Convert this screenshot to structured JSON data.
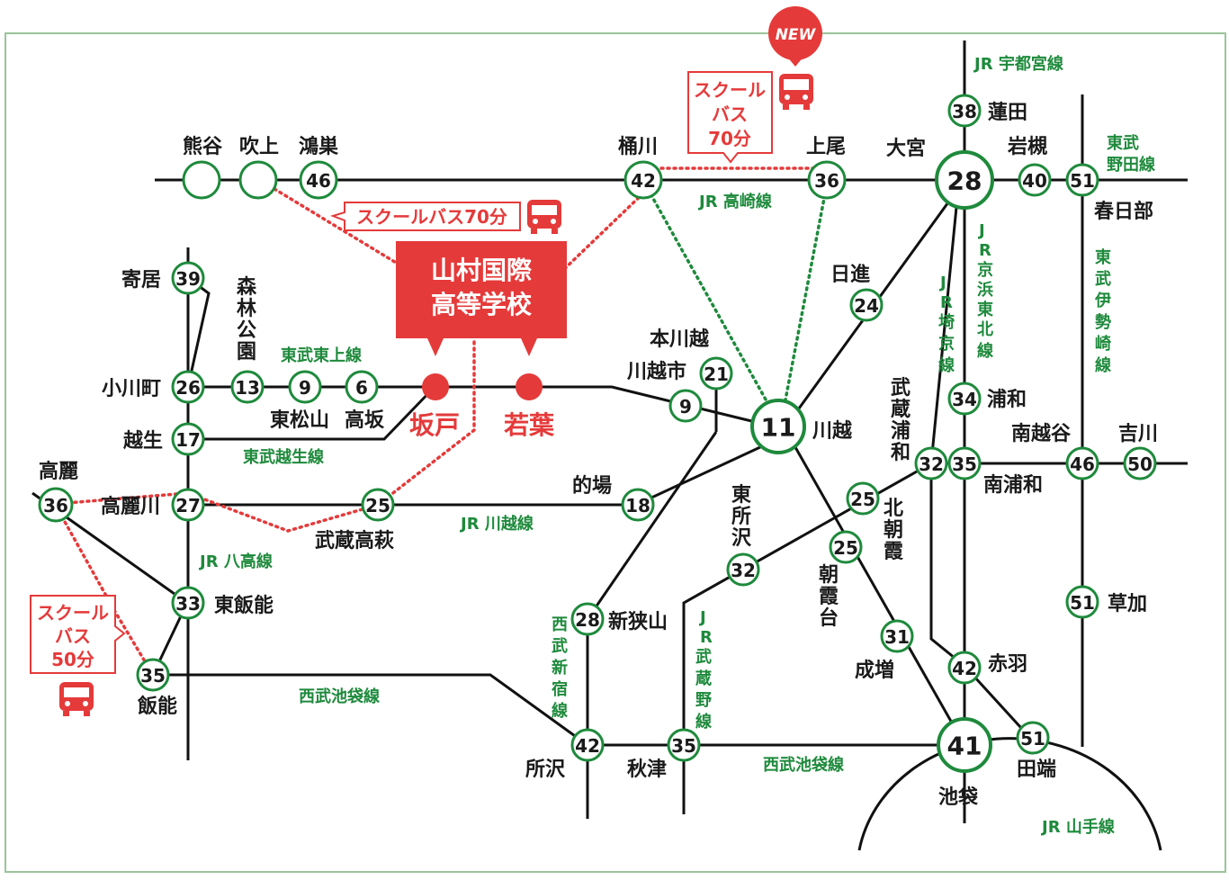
{
  "colors": {
    "rail": "#111111",
    "station_ring": "#1e8a3c",
    "line_label": "#1e8a3c",
    "accent_red": "#e53a3a",
    "frame": "#9bc49b"
  },
  "school": {
    "name_line1": "山村国際",
    "name_line2": "高等学校"
  },
  "school_stations": {
    "sakado": "坂戸",
    "wakaba": "若葉"
  },
  "badge_new": "NEW",
  "buses": {
    "okegawa_ageo": {
      "l1": "スクール",
      "l2": "バス",
      "l3": "70分"
    },
    "kumagaya_fukiage": "スクールバス70分",
    "koma_hanno": {
      "l1": "スクール",
      "l2": "バス",
      "l3": "50分"
    },
    "icon_name": "bus-icon"
  },
  "lines": {
    "takasaki": "JR 高崎線",
    "utsunomiya": "JR 宇都宮線",
    "noda": [
      "東武",
      "野田線"
    ],
    "keihin": [
      "J",
      "R",
      "京",
      "浜",
      "東",
      "北",
      "線"
    ],
    "saikyo": [
      "J",
      "R",
      "埼",
      "京",
      "線"
    ],
    "isesaki": [
      "東",
      "武",
      "伊",
      "勢",
      "崎",
      "線"
    ],
    "tojo": "東武東上線",
    "ogose": "東武越生線",
    "kawagoe": "JR 川越線",
    "hachiko": "JR 八高線",
    "seibu_ikebukuro_w": "西武池袋線",
    "seibu_ikebukuro_e": "西武池袋線",
    "seibu_shinjuku": [
      "西",
      "武",
      "新",
      "宿",
      "線"
    ],
    "musashino": [
      "J",
      "R",
      "武",
      "蔵",
      "野",
      "線"
    ],
    "yamanote": "JR 山手線"
  },
  "stations": {
    "kumagaya": {
      "name": "熊谷",
      "time": ""
    },
    "fukiage": {
      "name": "吹上",
      "time": ""
    },
    "konosu": {
      "name": "鴻巣",
      "time": "46"
    },
    "okegawa": {
      "name": "桶川",
      "time": "42"
    },
    "ageo": {
      "name": "上尾",
      "time": "36"
    },
    "omiya": {
      "name": "大宮",
      "time": "28"
    },
    "hasuda": {
      "name": "蓮田",
      "time": "38"
    },
    "iwatsuki": {
      "name": "岩槻",
      "time": "40"
    },
    "kasukabe": {
      "name": "春日部",
      "time": "51"
    },
    "yoriimachi": {
      "name": "寄居",
      "time": "39"
    },
    "shinrin": {
      "name": [
        "森",
        "林",
        "公",
        "園"
      ],
      "time": "13"
    },
    "ogawamachi": {
      "name": "小川町",
      "time": "26"
    },
    "higashimatsuyama": {
      "name": "東松山",
      "time": "9"
    },
    "takasaka": {
      "name": "高坂",
      "time": "6"
    },
    "nisshin": {
      "name": "日進",
      "time": "24"
    },
    "honkawagoe": {
      "name": "本川越",
      "time": "21"
    },
    "kawagoeshi": {
      "name": "川越市",
      "time": "9"
    },
    "kawagoe": {
      "name": "川越",
      "time": "11"
    },
    "ogose": {
      "name": "越生",
      "time": "17"
    },
    "koma": {
      "name": "高麗",
      "time": "36"
    },
    "komagawa": {
      "name": "高麗川",
      "time": "27"
    },
    "musashitakahagi": {
      "name": "武蔵高萩",
      "time": "25"
    },
    "matoba": {
      "name": "的場",
      "time": "18"
    },
    "higashihanno": {
      "name": "東飯能",
      "time": "33"
    },
    "hanno": {
      "name": "飯能",
      "time": "35"
    },
    "shinsayama": {
      "name": "新狭山",
      "time": "28"
    },
    "higashitokorozawa": {
      "name": [
        "東",
        "所",
        "沢"
      ],
      "time": "32"
    },
    "kitaasaka": {
      "name": [
        "北",
        "朝",
        "霞"
      ],
      "time": "25"
    },
    "asakadai": {
      "name": [
        "朝",
        "霞",
        "台"
      ],
      "time": "25"
    },
    "musashiurawa": {
      "name": [
        "武",
        "蔵",
        "浦",
        "和"
      ],
      "time": "32"
    },
    "urawa": {
      "name": "浦和",
      "time": "34"
    },
    "minamiurawa": {
      "name": "南浦和",
      "time": "35"
    },
    "minamikoshigaya": {
      "name": "南越谷",
      "time": "46"
    },
    "yoshikawa": {
      "name": "吉川",
      "time": "50"
    },
    "soka": {
      "name": "草加",
      "time": "51"
    },
    "narimasu": {
      "name": "成増",
      "time": "31"
    },
    "akabane": {
      "name": "赤羽",
      "time": "42"
    },
    "tokorozawa": {
      "name": "所沢",
      "time": "42"
    },
    "akitsu": {
      "name": "秋津",
      "time": "35"
    },
    "ikebukuro": {
      "name": "池袋",
      "time": "41"
    },
    "tabata": {
      "name": "田端",
      "time": "51"
    }
  }
}
